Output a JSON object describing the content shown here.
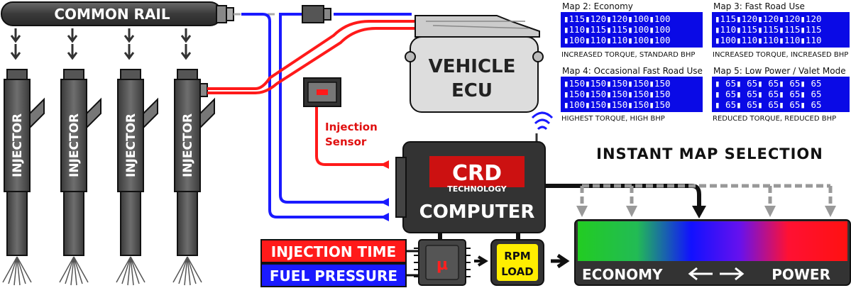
{
  "rail": {
    "label": "COMMON RAIL"
  },
  "injectors": [
    {
      "label": "INJECTOR"
    },
    {
      "label": "INJECTOR"
    },
    {
      "label": "INJECTOR"
    },
    {
      "label": "INJECTOR"
    }
  ],
  "ecu": {
    "line1": "VEHICLE",
    "line2": "ECU"
  },
  "sensor": {
    "line1": "Injection",
    "line2": "Sensor"
  },
  "computer": {
    "logo": "CRD",
    "logo_sub": "TECHNOLOGY",
    "label": "COMPUTER"
  },
  "inputs": {
    "injection_time": "INJECTION TIME",
    "fuel_pressure": "FUEL PRESSURE"
  },
  "processor": {
    "symbol": "µ"
  },
  "rpm_load": {
    "line1": "RPM",
    "line2": "LOAD"
  },
  "instant_title": "INSTANT MAP SELECTION",
  "spectrum": {
    "left": "ECONOMY",
    "right": "POWER"
  },
  "colors": {
    "rail": "#4a4a4a",
    "injector": "#555555",
    "blue_line": "#1a1aff",
    "red_line": "#ff1a1a",
    "lcd": "#0a0ae6",
    "gradient": [
      "#22cc22",
      "#22cc44",
      "#1111ff",
      "#7711ff",
      "#ff1144",
      "#ff1111"
    ]
  },
  "maps": [
    {
      "title": "Map 2: Economy",
      "rows": [
        "▮115▮120▮120▮100▮100",
        "▮110▮115▮115▮100▮100",
        "▮100▮110▮110▮100▮100"
      ],
      "caption": "INCREASED TORQUE, STANDARD BHP"
    },
    {
      "title": "Map 3: Fast Road Use",
      "rows": [
        "▮115▮120▮120▮120▮120",
        "▮110▮115▮115▮115▮115",
        "▮100▮110▮110▮110▮110"
      ],
      "caption": "INCREASED TORQUE, INCREASED BHP"
    },
    {
      "title": "Map 4: Occasional Fast Road Use",
      "rows": [
        "▮150▮150▮150▮150▮150",
        "▮150▮150▮150▮150▮150",
        "▮100▮150▮150▮150▮150"
      ],
      "caption": "HIGHEST TORQUE, HIGH BHP"
    },
    {
      "title": "Map 5: Low Power / Valet Mode",
      "rows": [
        "▮ 65▮ 65▮ 65▮ 65▮ 65",
        "▮ 65▮ 65▮ 65▮ 65▮ 65",
        "▮ 65▮ 65▮ 65▮ 65▮ 65"
      ],
      "caption": "REDUCED TORQUE, REDUCED BHP"
    }
  ]
}
